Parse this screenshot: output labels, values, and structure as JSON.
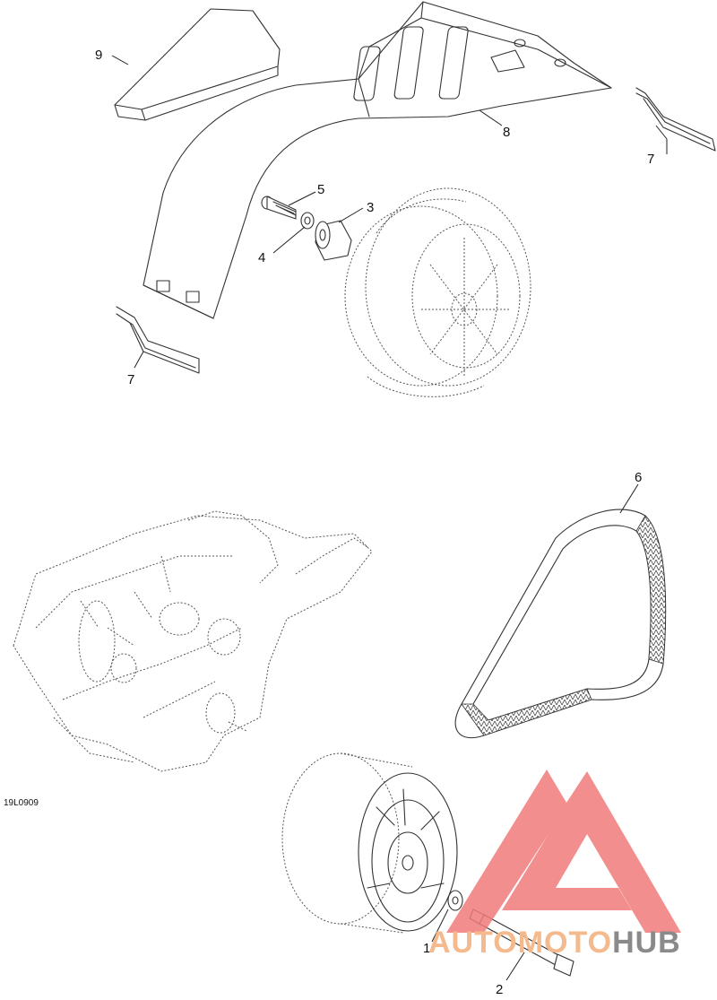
{
  "figure_ref": "19L0909",
  "callouts": {
    "c1": "1",
    "c2": "2",
    "c3": "3",
    "c4": "4",
    "c5": "5",
    "c6": "6",
    "c7a": "7",
    "c7b": "7",
    "c8": "8",
    "c9": "9"
  },
  "watermark": {
    "text_a": "AUTOMOTO",
    "text_b": "HUB",
    "color_a": "#f4b98c",
    "color_b": "#8a8a8a",
    "logo_color": "#f07a7a"
  }
}
